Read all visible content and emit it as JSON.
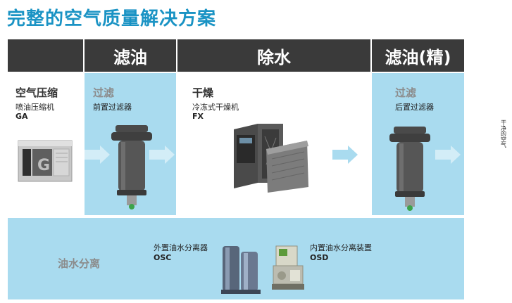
{
  "title": "完整的空气质量解决方案",
  "headers": [
    "滤油",
    "除水",
    "滤油(精)"
  ],
  "stages": {
    "compressor": {
      "heading": "空气压缩",
      "line1": "喷油压缩机",
      "line2": "GA"
    },
    "filter1": {
      "heading": "过滤",
      "line1": "前置过滤器"
    },
    "dry": {
      "heading": "干燥",
      "line1": "冷冻式干燥机",
      "line2": "FX"
    },
    "filter2": {
      "heading": "过滤",
      "line1": "后置过滤器"
    }
  },
  "separation": {
    "label": "油水分离",
    "osc": {
      "line1": "外置油水分离器",
      "line2": "OSC"
    },
    "osd": {
      "line1": "内置油水分离装置",
      "line2": "OSD"
    }
  },
  "output_label": "干净的空气",
  "colors": {
    "title": "#1a93c4",
    "header_bg": "#3a3a3a",
    "panel": "#a9dbef",
    "arrow": "#a9dbef"
  }
}
